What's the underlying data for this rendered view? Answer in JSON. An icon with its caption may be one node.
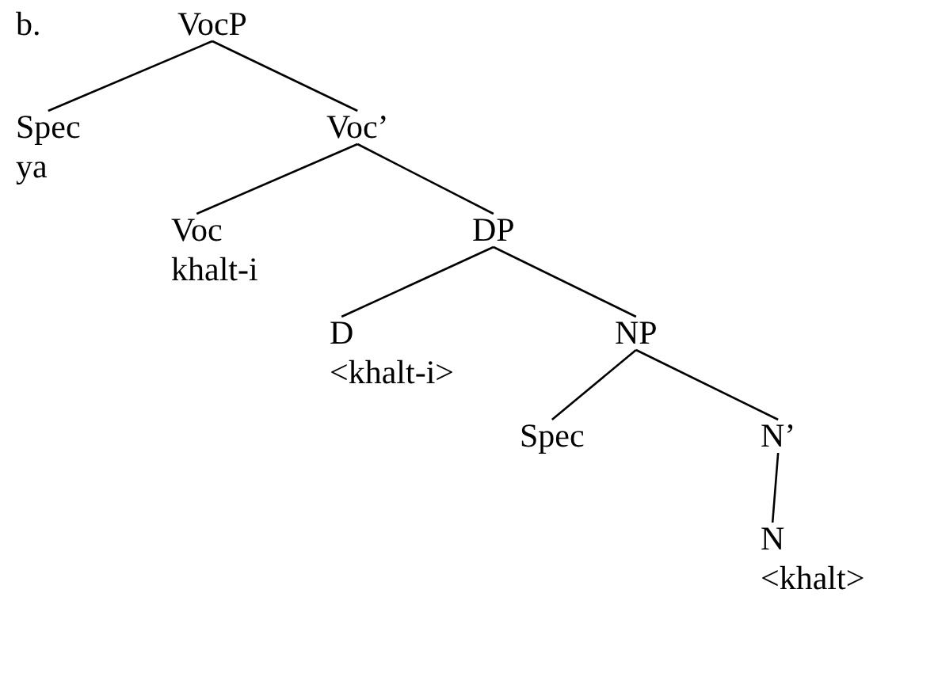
{
  "diagram": {
    "nodes": [
      {
        "text": [
          "VocP"
        ]
      },
      {
        "text": [
          "Spec",
          "ya"
        ]
      },
      {
        "text": [
          "Voc’"
        ]
      },
      {
        "text": [
          "Voc",
          "khalt-i"
        ]
      },
      {
        "text": [
          "DP"
        ]
      },
      {
        "text": [
          "D",
          "<khalt-i>"
        ]
      },
      {
        "text": [
          "NP"
        ]
      },
      {
        "text": [
          "Spec"
        ]
      },
      {
        "text": [
          "N’"
        ]
      },
      {
        "text": [
          "N",
          "<khalt>"
        ]
      }
    ],
    "edges": [
      {
        "from": 0,
        "to": 1,
        "arrow": "none"
      },
      {
        "from": 0,
        "to": 2,
        "arrow": "none"
      },
      {
        "from": 2,
        "to": 3,
        "arrow": "none"
      },
      {
        "from": 2,
        "to": 4,
        "arrow": "none"
      },
      {
        "from": 4,
        "to": 5,
        "arrow": "none"
      },
      {
        "from": 4,
        "to": 6,
        "arrow": "none"
      },
      {
        "from": 6,
        "to": 7,
        "arrow": "none"
      },
      {
        "from": 6,
        "to": 8,
        "arrow": "none"
      },
      {
        "from": 8,
        "to": 9,
        "arrow": "none"
      }
    ],
    "labels": [
      "b."
    ]
  }
}
